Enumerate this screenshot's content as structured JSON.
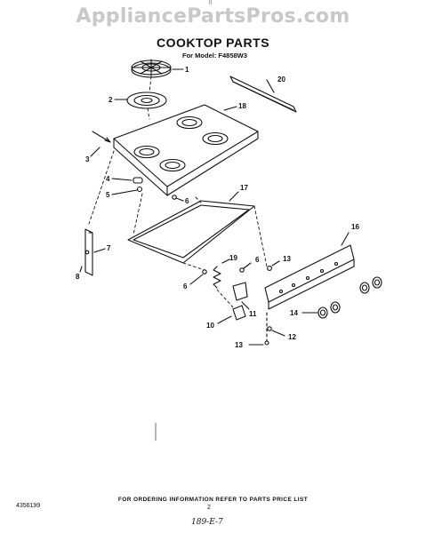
{
  "watermark": "AppliancePartsPros.com",
  "header_mark": "ll",
  "title": "COOKTOP PARTS",
  "model_line": "For Model: F4858W3",
  "callouts": {
    "c1": "1",
    "c2": "2",
    "c3": "3",
    "c4": "4",
    "c5": "5",
    "c6a": "6",
    "c6b": "6",
    "c6c": "6",
    "c7": "7",
    "c8": "8",
    "c10": "10",
    "c11": "11",
    "c12": "12",
    "c13a": "13",
    "c13b": "13",
    "c14": "14",
    "c16": "16",
    "c17": "17",
    "c18": "18",
    "c19": "19",
    "c20": "20"
  },
  "footer_info": "FOR ORDERING INFORMATION REFER TO PARTS PRICE LIST",
  "doc_number": "4356199",
  "page_number": "2",
  "handwritten_note": "189-E-7"
}
